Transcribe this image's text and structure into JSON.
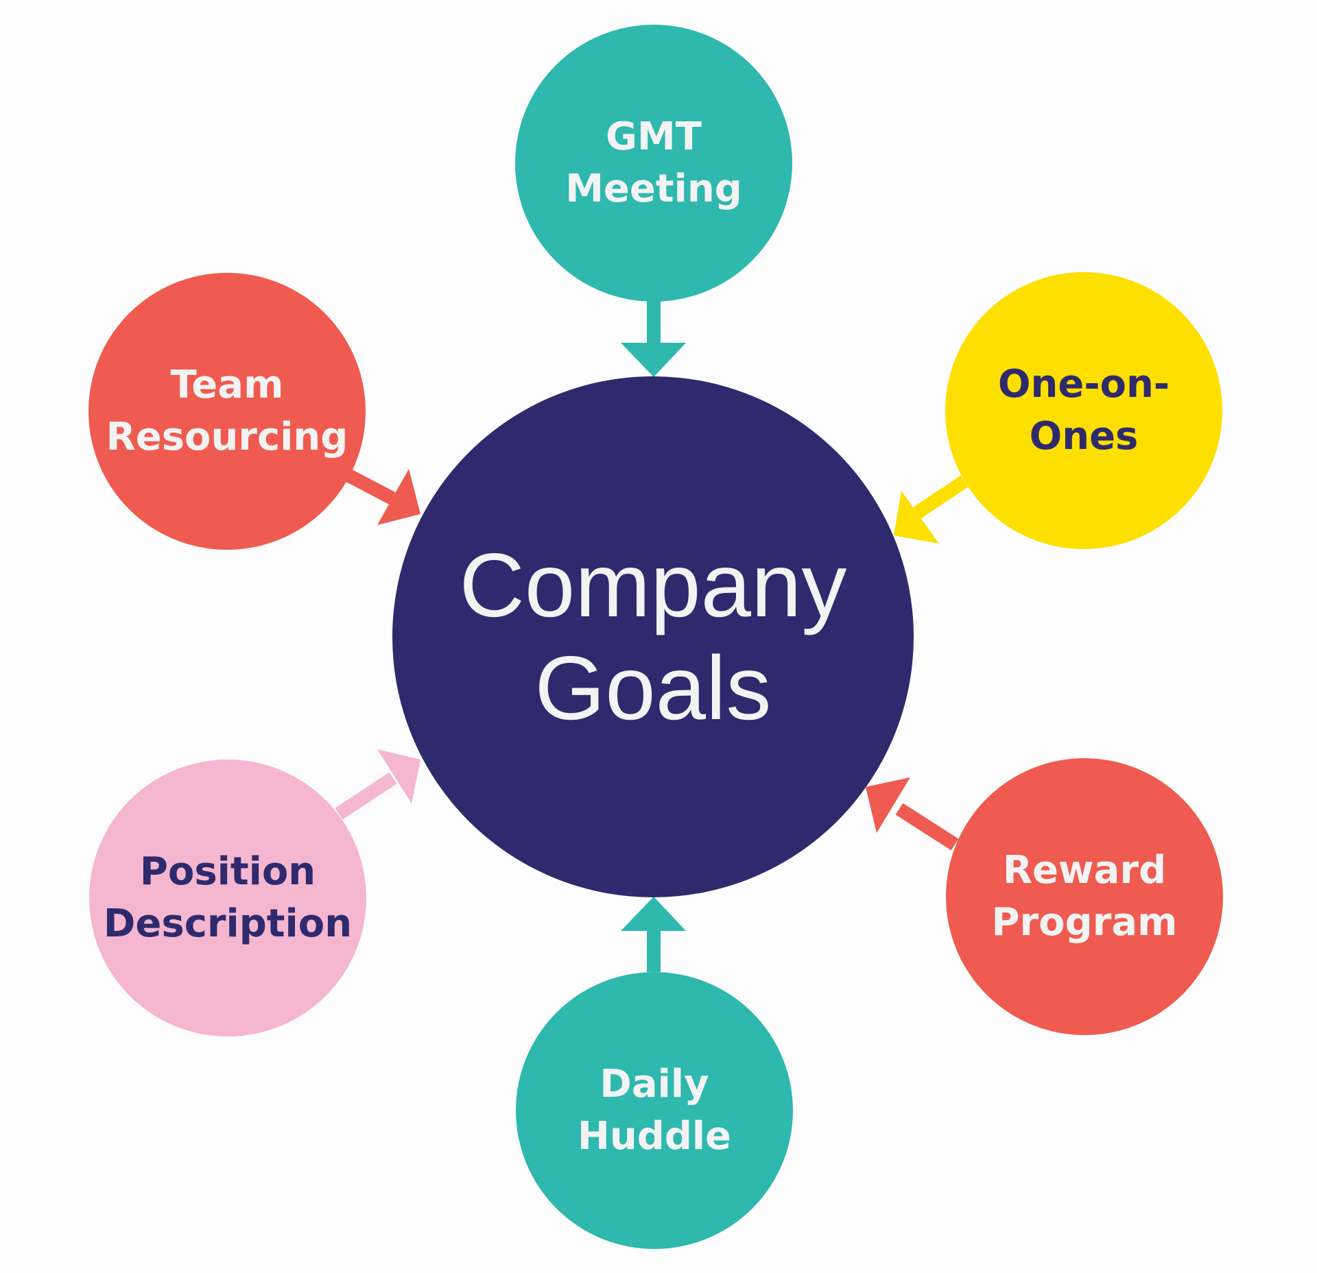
{
  "colors": {
    "background": "#fdfdfd",
    "navy": "#2e2a6d",
    "teal": "#2eb8ae",
    "coral": "#ef5b50",
    "yellow": "#fddf00",
    "pink": "#f5b6cf",
    "light_text": "#f3f3f3",
    "dark_text": "#2e2a6d"
  },
  "center": {
    "line1": "Company",
    "line2": "Goals"
  },
  "nodes": {
    "gmt_meeting": {
      "line1": "GMT",
      "line2": "Meeting"
    },
    "one_on_ones": {
      "line1": "One-on-",
      "line2": "Ones"
    },
    "reward_program": {
      "line1": "Reward",
      "line2": "Program"
    },
    "daily_huddle": {
      "line1": "Daily",
      "line2": "Huddle"
    },
    "position_description": {
      "line1": "Position",
      "line2": "Description"
    },
    "team_resourcing": {
      "line1": "Team",
      "line2": "Resourcing"
    }
  }
}
